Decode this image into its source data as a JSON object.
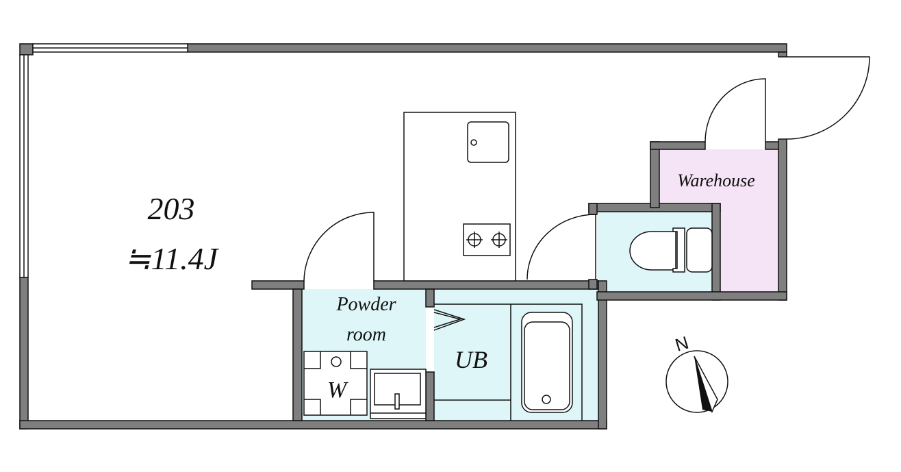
{
  "unit": {
    "number": "203",
    "area": "≒11.4J"
  },
  "rooms": {
    "powder": {
      "line1": "Powder",
      "line2": "room"
    },
    "washer": "W",
    "bath": "UB",
    "warehouse": "Warehouse"
  },
  "compass": {
    "label": "N"
  },
  "colors": {
    "wall": "#7f7f7f",
    "wet_area": "#dff6f8",
    "warehouse": "#f5e4f5"
  }
}
